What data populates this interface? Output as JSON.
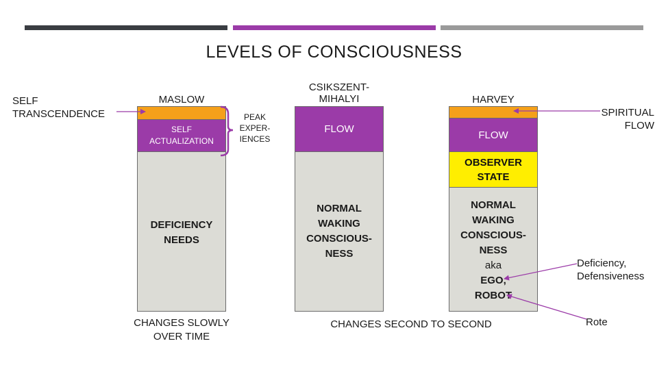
{
  "title": "LEVELS OF CONSCIOUSNESS",
  "colors": {
    "bar1": "#3a3d42",
    "bar2": "#9b3ba8",
    "bar3": "#9a9a9a",
    "purple": "#9b3ba8",
    "orange": "#f5a01a",
    "yellow": "#ffee00",
    "gray": "#dcdcd6"
  },
  "maslow": {
    "heading": "MASLOW",
    "self_actualization": "SELF ACTUALIZATION",
    "deficiency_needs": "DEFICIENCY NEEDS",
    "footer": "CHANGES SLOWLY OVER TIME"
  },
  "csikszentmihalyi": {
    "heading_line1": "CSIKSZENT-",
    "heading_line2": "MIHALYI",
    "flow": "FLOW",
    "normal_lines": [
      "NORMAL",
      "WAKING",
      "CONSCIOUS-",
      "NESS"
    ]
  },
  "harvey": {
    "heading": "HARVEY",
    "flow": "FLOW",
    "observer_lines": [
      "OBSERVER",
      "STATE"
    ],
    "normal_lines": [
      "NORMAL",
      "WAKING",
      "CONSCIOUS-",
      "NESS"
    ],
    "aka": "aka",
    "ego_lines": [
      "EGO,",
      "ROBOT"
    ]
  },
  "labels": {
    "self_transcendence_line1": "SELF",
    "self_transcendence_line2": "TRANSCENDENCE",
    "peak_lines": [
      "PEAK",
      "EXPER-",
      "IENCES"
    ],
    "spiritual_line1": "SPIRITUAL",
    "spiritual_line2": "FLOW",
    "deficiency_line1": "Deficiency,",
    "deficiency_line2": "Defensiveness",
    "rote": "Rote",
    "changes_second": "CHANGES SECOND TO SECOND"
  }
}
